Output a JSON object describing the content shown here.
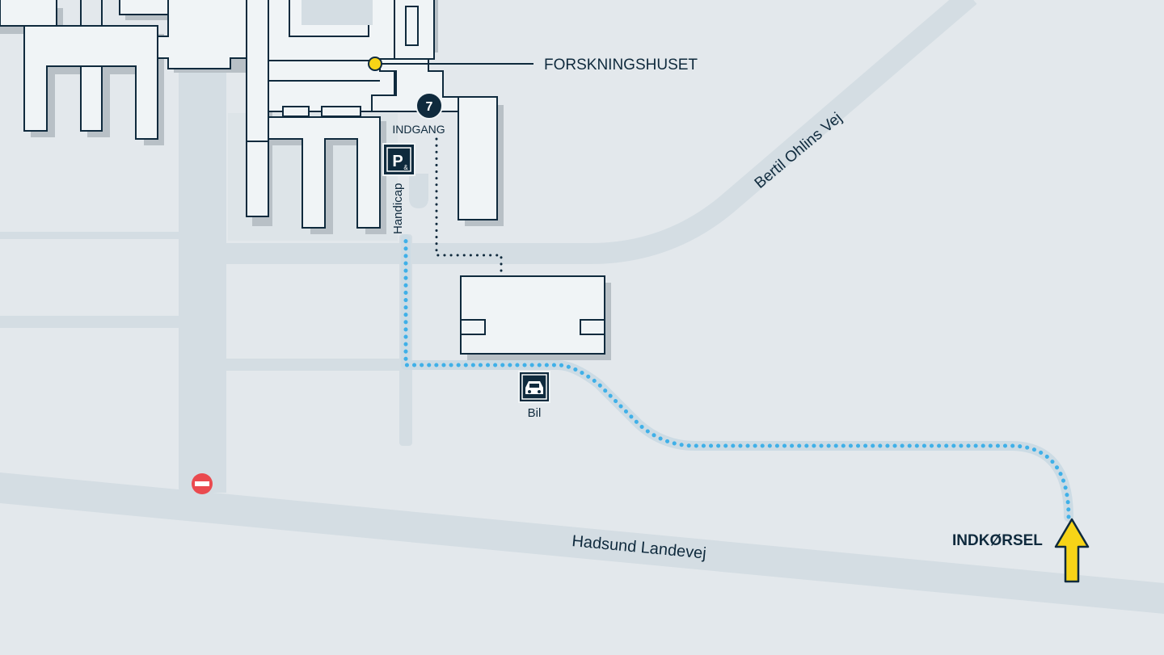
{
  "map": {
    "labels": {
      "building": "FORSKNINGSHUSET",
      "entrance": "INDGANG",
      "entrance_number": "7",
      "handicap_parking": "Handicap",
      "car_parking": "Bil",
      "drive_in": "INDKØRSEL",
      "road_main": "Hadsund Landevej",
      "road_side": "Bertil Ohlins Vej",
      "parking_letter": "P",
      "parking_sub": "&"
    },
    "colors": {
      "background": "#e3e8ec",
      "road": "#d4dde3",
      "building_fill": "#f0f4f6",
      "outline": "#0f2a3d",
      "route": "#3fb0e8",
      "arrow": "#f7d417",
      "marker_yellow": "#f7d417",
      "no_entry": "#ea4a4f"
    },
    "icons": [
      "parking-icon",
      "car-icon",
      "no-entry-icon",
      "entrance-number-marker",
      "location-dot",
      "direction-arrow"
    ]
  }
}
